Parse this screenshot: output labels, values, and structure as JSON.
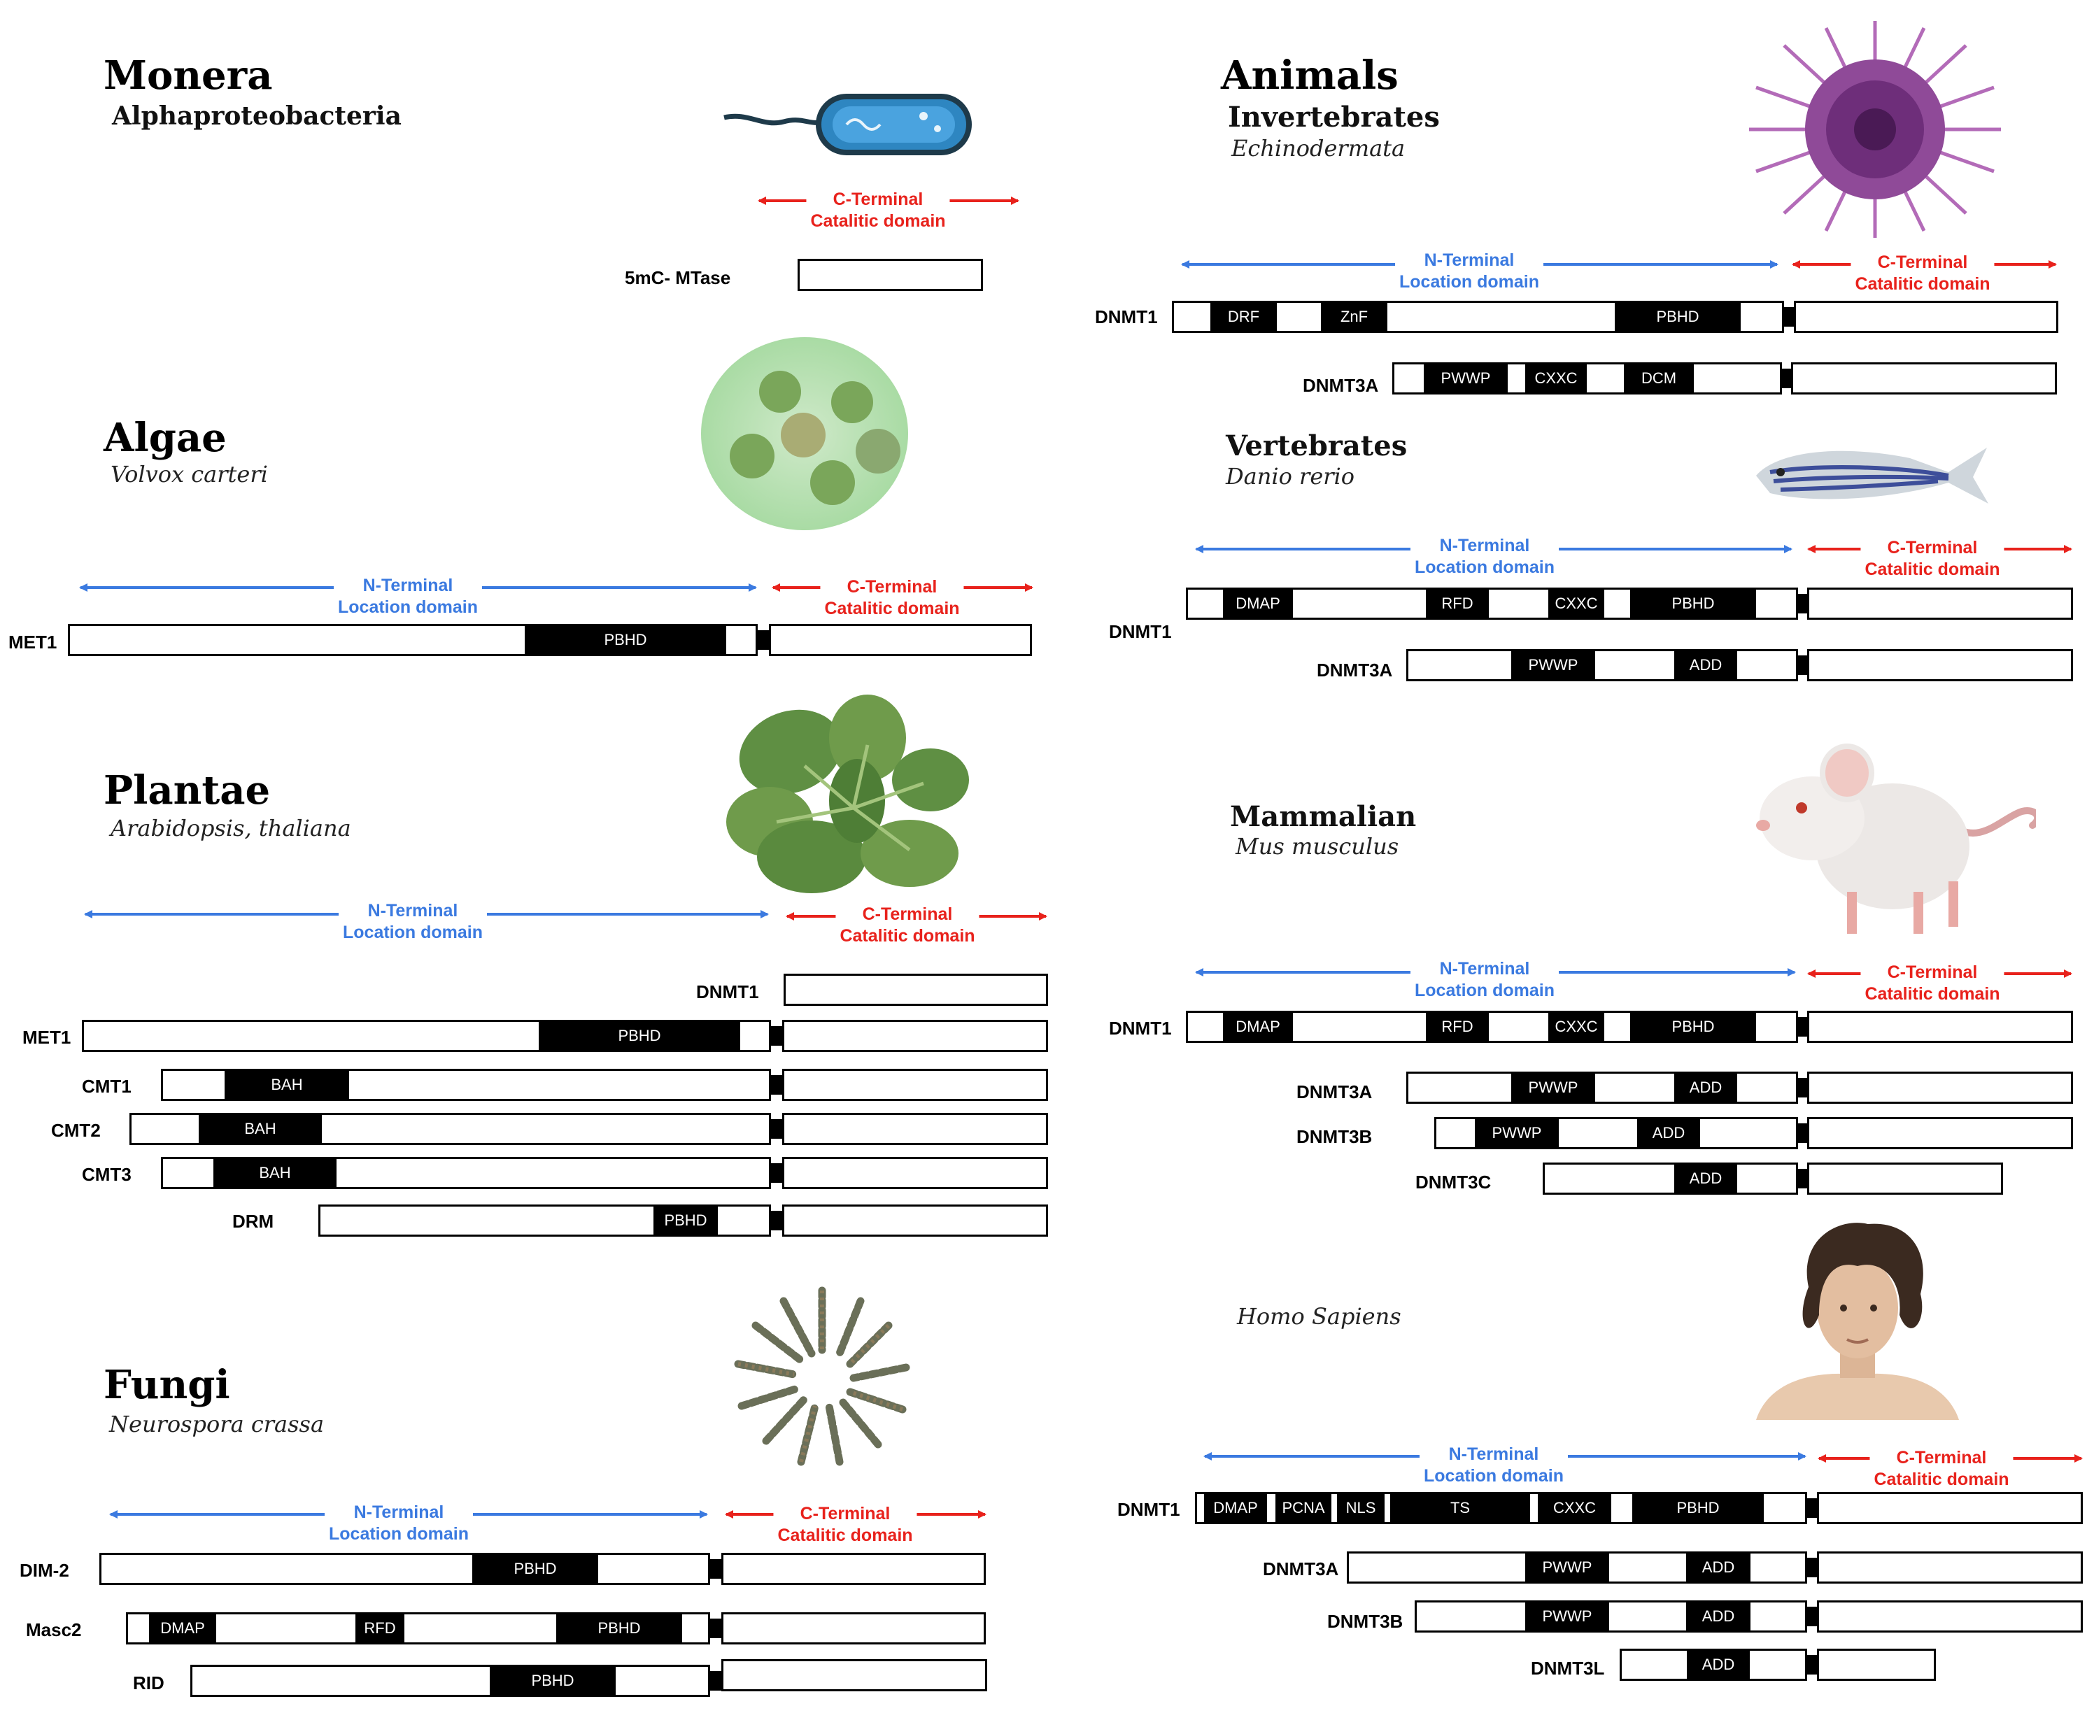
{
  "terms": {
    "n_title": "N-Terminal",
    "n_sub": "Location domain",
    "c_title": "C-Terminal",
    "c_sub": "Catalitic domain"
  },
  "monera": {
    "kingdom": "Monera",
    "group": "Alphaproteobacteria",
    "protein": "5mC- MTase"
  },
  "algae": {
    "kingdom": "Algae",
    "species": "Volvox carteri",
    "protein": "MET1",
    "domain": "PBHD"
  },
  "plantae": {
    "kingdom": "Plantae",
    "species": "Arabidopsis, thaliana",
    "proteins": [
      "DNMT1",
      "MET1",
      "CMT1",
      "CMT2",
      "CMT3",
      "DRM"
    ],
    "domains": [
      "PBHD",
      "BAH",
      "BAH",
      "BAH",
      "PBHD"
    ]
  },
  "fungi": {
    "kingdom": "Fungi",
    "species": "Neurospora crassa",
    "proteins": [
      "DIM-2",
      "Masc2",
      "RID"
    ],
    "domains": [
      "PBHD",
      "DMAP",
      "RFD",
      "PBHD",
      "PBHD"
    ]
  },
  "animals": {
    "kingdom": "Animals"
  },
  "invertebrates": {
    "group": "Invertebrates",
    "phylum": "Echinodermata",
    "proteins": [
      "DNMT1",
      "DNMT3A"
    ],
    "domains": [
      "DRF",
      "ZnF",
      "PBHD",
      "PWWP",
      "CXXC",
      "DCM"
    ]
  },
  "vertebrates": {
    "group": "Vertebrates",
    "species": "Danio rerio",
    "proteins": [
      "DNMT1",
      "DNMT3A"
    ],
    "domains": [
      "DMAP",
      "RFD",
      "CXXC",
      "PBHD",
      "PWWP",
      "ADD"
    ]
  },
  "mammalian": {
    "group": "Mammalian",
    "species": "Mus musculus",
    "proteins": [
      "DNMT1",
      "DNMT3A",
      "DNMT3B",
      "DNMT3C"
    ],
    "domains": [
      "DMAP",
      "RFD",
      "CXXC",
      "PBHD",
      "PWWP",
      "ADD",
      "PWWP",
      "ADD",
      "ADD"
    ]
  },
  "human": {
    "species": "Homo Sapiens",
    "proteins": [
      "DNMT1",
      "DNMT3A",
      "DNMT3B",
      "DNMT3L"
    ],
    "domains": [
      "DMAP",
      "PCNA",
      "NLS",
      "TS",
      "CXXC",
      "PBHD",
      "PWWP",
      "ADD",
      "PWWP",
      "ADD",
      "ADD"
    ]
  },
  "colors": {
    "n_arrow": "#3b7ae0",
    "c_arrow": "#e8221c"
  }
}
